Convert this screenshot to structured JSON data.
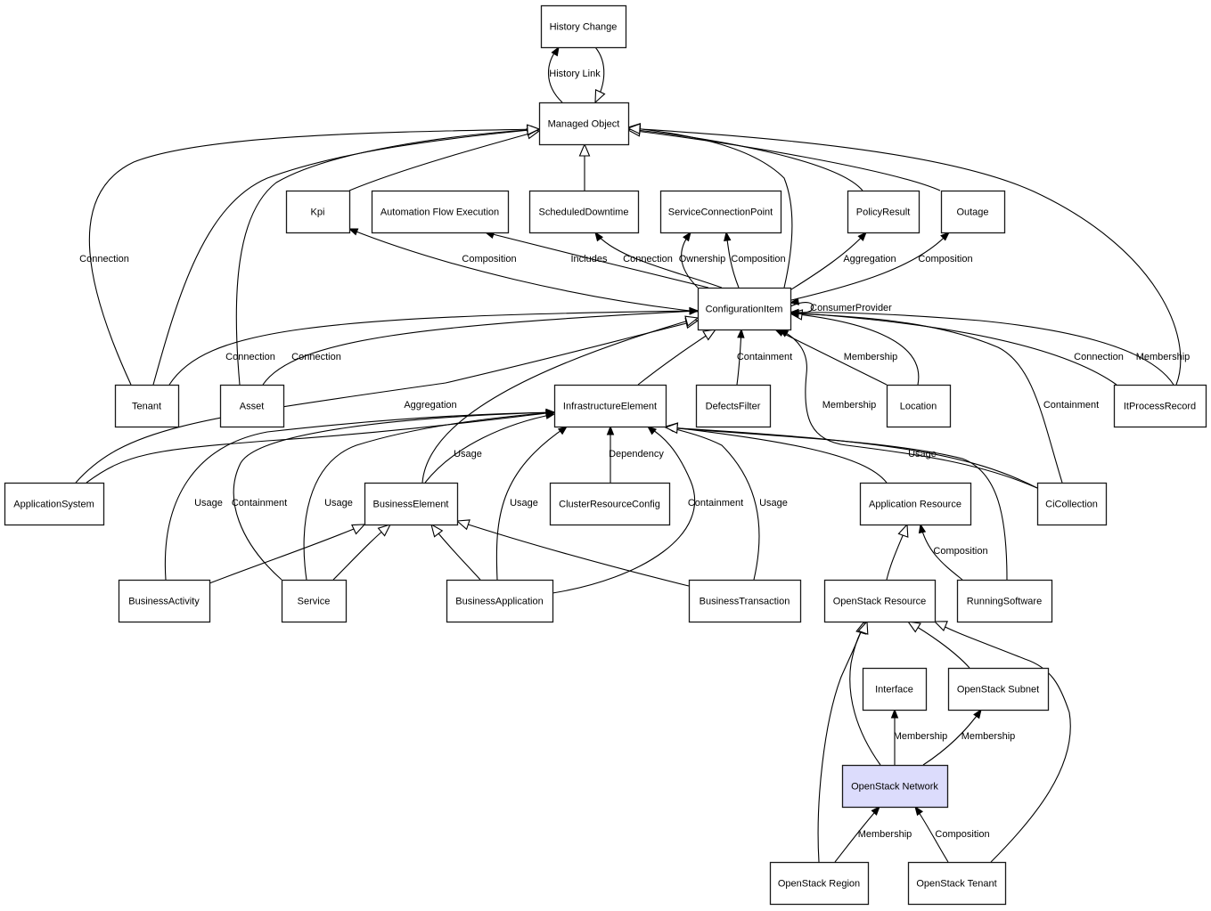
{
  "diagram": {
    "highlight_color": "#dcdcfc",
    "nodes": [
      {
        "id": "history_change",
        "label": "History Change"
      },
      {
        "id": "managed_object",
        "label": "Managed Object"
      },
      {
        "id": "kpi",
        "label": "Kpi"
      },
      {
        "id": "automation_flow_execution",
        "label": "Automation Flow Execution"
      },
      {
        "id": "scheduled_downtime",
        "label": "ScheduledDowntime"
      },
      {
        "id": "service_connection_point",
        "label": "ServiceConnectionPoint"
      },
      {
        "id": "policy_result",
        "label": "PolicyResult"
      },
      {
        "id": "outage",
        "label": "Outage"
      },
      {
        "id": "configuration_item",
        "label": "ConfigurationItem"
      },
      {
        "id": "tenant",
        "label": "Tenant"
      },
      {
        "id": "asset",
        "label": "Asset"
      },
      {
        "id": "infrastructure_element",
        "label": "InfrastructureElement"
      },
      {
        "id": "defects_filter",
        "label": "DefectsFilter"
      },
      {
        "id": "location",
        "label": "Location"
      },
      {
        "id": "it_process_record",
        "label": "ItProcessRecord"
      },
      {
        "id": "application_system",
        "label": "ApplicationSystem"
      },
      {
        "id": "business_element",
        "label": "BusinessElement"
      },
      {
        "id": "cluster_resource_config",
        "label": "ClusterResourceConfig"
      },
      {
        "id": "application_resource",
        "label": "Application Resource"
      },
      {
        "id": "ci_collection",
        "label": "CiCollection"
      },
      {
        "id": "business_activity",
        "label": "BusinessActivity"
      },
      {
        "id": "service",
        "label": "Service"
      },
      {
        "id": "business_application",
        "label": "BusinessApplication"
      },
      {
        "id": "business_transaction",
        "label": "BusinessTransaction"
      },
      {
        "id": "openstack_resource",
        "label": "OpenStack Resource"
      },
      {
        "id": "running_software",
        "label": "RunningSoftware"
      },
      {
        "id": "interface",
        "label": "Interface"
      },
      {
        "id": "openstack_subnet",
        "label": "OpenStack Subnet"
      },
      {
        "id": "openstack_network",
        "label": "OpenStack Network",
        "highlighted": true
      },
      {
        "id": "openstack_region",
        "label": "OpenStack Region"
      },
      {
        "id": "openstack_tenant",
        "label": "OpenStack Tenant"
      }
    ],
    "edges": [
      {
        "from": "managed_object",
        "to": "history_change",
        "type": "association",
        "label": "History Link"
      },
      {
        "from": "history_change",
        "to": "managed_object",
        "type": "inheritance",
        "label": ""
      },
      {
        "from": "kpi",
        "to": "managed_object",
        "type": "inheritance",
        "label": ""
      },
      {
        "from": "scheduled_downtime",
        "to": "managed_object",
        "type": "inheritance",
        "label": ""
      },
      {
        "from": "tenant",
        "to": "managed_object",
        "type": "association",
        "label": "Connection"
      },
      {
        "from": "tenant",
        "to": "managed_object",
        "type": "inheritance",
        "label": ""
      },
      {
        "from": "asset",
        "to": "managed_object",
        "type": "inheritance",
        "label": ""
      },
      {
        "from": "configuration_item",
        "to": "managed_object",
        "type": "inheritance",
        "label": ""
      },
      {
        "from": "policy_result",
        "to": "managed_object",
        "type": "inheritance",
        "label": ""
      },
      {
        "from": "outage",
        "to": "managed_object",
        "type": "inheritance",
        "label": ""
      },
      {
        "from": "it_process_record",
        "to": "managed_object",
        "type": "inheritance",
        "label": ""
      },
      {
        "from": "configuration_item",
        "to": "kpi",
        "type": "association",
        "label": "Composition"
      },
      {
        "from": "configuration_item",
        "to": "automation_flow_execution",
        "type": "association",
        "label": "Includes"
      },
      {
        "from": "configuration_item",
        "to": "scheduled_downtime",
        "type": "association",
        "label": "Connection"
      },
      {
        "from": "configuration_item",
        "to": "service_connection_point",
        "type": "association",
        "label": "Ownership"
      },
      {
        "from": "configuration_item",
        "to": "service_connection_point",
        "type": "association",
        "label": "Composition"
      },
      {
        "from": "configuration_item",
        "to": "policy_result",
        "type": "association",
        "label": "Aggregation"
      },
      {
        "from": "configuration_item",
        "to": "outage",
        "type": "association",
        "label": "Composition"
      },
      {
        "from": "configuration_item",
        "to": "configuration_item",
        "type": "association",
        "label": "ConsumerProvider"
      },
      {
        "from": "tenant",
        "to": "configuration_item",
        "type": "association",
        "label": "Connection"
      },
      {
        "from": "asset",
        "to": "configuration_item",
        "type": "association",
        "label": "Connection"
      },
      {
        "from": "application_system",
        "to": "configuration_item",
        "type": "inheritance",
        "label": ""
      },
      {
        "from": "application_system",
        "to": "infrastructure_element",
        "type": "association",
        "label": "Aggregation"
      },
      {
        "from": "infrastructure_element",
        "to": "configuration_item",
        "type": "inheritance",
        "label": ""
      },
      {
        "from": "defects_filter",
        "to": "configuration_item",
        "type": "association",
        "label": "Containment"
      },
      {
        "from": "location",
        "to": "configuration_item",
        "type": "association",
        "label": "Membership"
      },
      {
        "from": "location",
        "to": "configuration_item",
        "type": "inheritance",
        "label": ""
      },
      {
        "from": "ci_collection",
        "to": "configuration_item",
        "type": "association",
        "label": "Membership"
      },
      {
        "from": "ci_collection",
        "to": "configuration_item",
        "type": "association",
        "label": "Containment"
      },
      {
        "from": "it_process_record",
        "to": "configuration_item",
        "type": "association",
        "label": "Connection"
      },
      {
        "from": "it_process_record",
        "to": "configuration_item",
        "type": "association",
        "label": "Membership"
      },
      {
        "from": "business_element",
        "to": "configuration_item",
        "type": "inheritance",
        "label": ""
      },
      {
        "from": "business_element",
        "to": "infrastructure_element",
        "type": "association",
        "label": "Usage"
      },
      {
        "from": "business_activity",
        "to": "infrastructure_element",
        "type": "association",
        "label": "Usage"
      },
      {
        "from": "service",
        "to": "infrastructure_element",
        "type": "association",
        "label": "Containment"
      },
      {
        "from": "service",
        "to": "infrastructure_element",
        "type": "association",
        "label": "Usage"
      },
      {
        "from": "business_application",
        "to": "infrastructure_element",
        "type": "association",
        "label": "Usage"
      },
      {
        "from": "cluster_resource_config",
        "to": "infrastructure_element",
        "type": "association",
        "label": "Dependency"
      },
      {
        "from": "business_application",
        "to": "infrastructure_element",
        "type": "association",
        "label": "Containment"
      },
      {
        "from": "business_transaction",
        "to": "infrastructure_element",
        "type": "association",
        "label": "Usage"
      },
      {
        "from": "application_resource",
        "to": "infrastructure_element",
        "type": "inheritance",
        "label": ""
      },
      {
        "from": "ci_collection",
        "to": "infrastructure_element",
        "type": "association",
        "label": "Usage"
      },
      {
        "from": "running_software",
        "to": "infrastructure_element",
        "type": "inheritance",
        "label": ""
      },
      {
        "from": "business_activity",
        "to": "business_element",
        "type": "inheritance",
        "label": ""
      },
      {
        "from": "service",
        "to": "business_element",
        "type": "inheritance",
        "label": ""
      },
      {
        "from": "business_application",
        "to": "business_element",
        "type": "inheritance",
        "label": ""
      },
      {
        "from": "business_transaction",
        "to": "business_element",
        "type": "inheritance",
        "label": ""
      },
      {
        "from": "openstack_resource",
        "to": "application_resource",
        "type": "inheritance",
        "label": ""
      },
      {
        "from": "running_software",
        "to": "application_resource",
        "type": "association",
        "label": "Composition"
      },
      {
        "from": "openstack_region",
        "to": "openstack_resource",
        "type": "inheritance",
        "label": ""
      },
      {
        "from": "openstack_network",
        "to": "openstack_resource",
        "type": "inheritance",
        "label": ""
      },
      {
        "from": "openstack_subnet",
        "to": "openstack_resource",
        "type": "inheritance",
        "label": ""
      },
      {
        "from": "openstack_tenant",
        "to": "openstack_resource",
        "type": "inheritance",
        "label": ""
      },
      {
        "from": "openstack_network",
        "to": "interface",
        "type": "association",
        "label": "Membership"
      },
      {
        "from": "openstack_network",
        "to": "openstack_subnet",
        "type": "association",
        "label": "Membership"
      },
      {
        "from": "openstack_region",
        "to": "openstack_network",
        "type": "association",
        "label": "Membership"
      },
      {
        "from": "openstack_tenant",
        "to": "openstack_network",
        "type": "association",
        "label": "Composition"
      }
    ]
  }
}
